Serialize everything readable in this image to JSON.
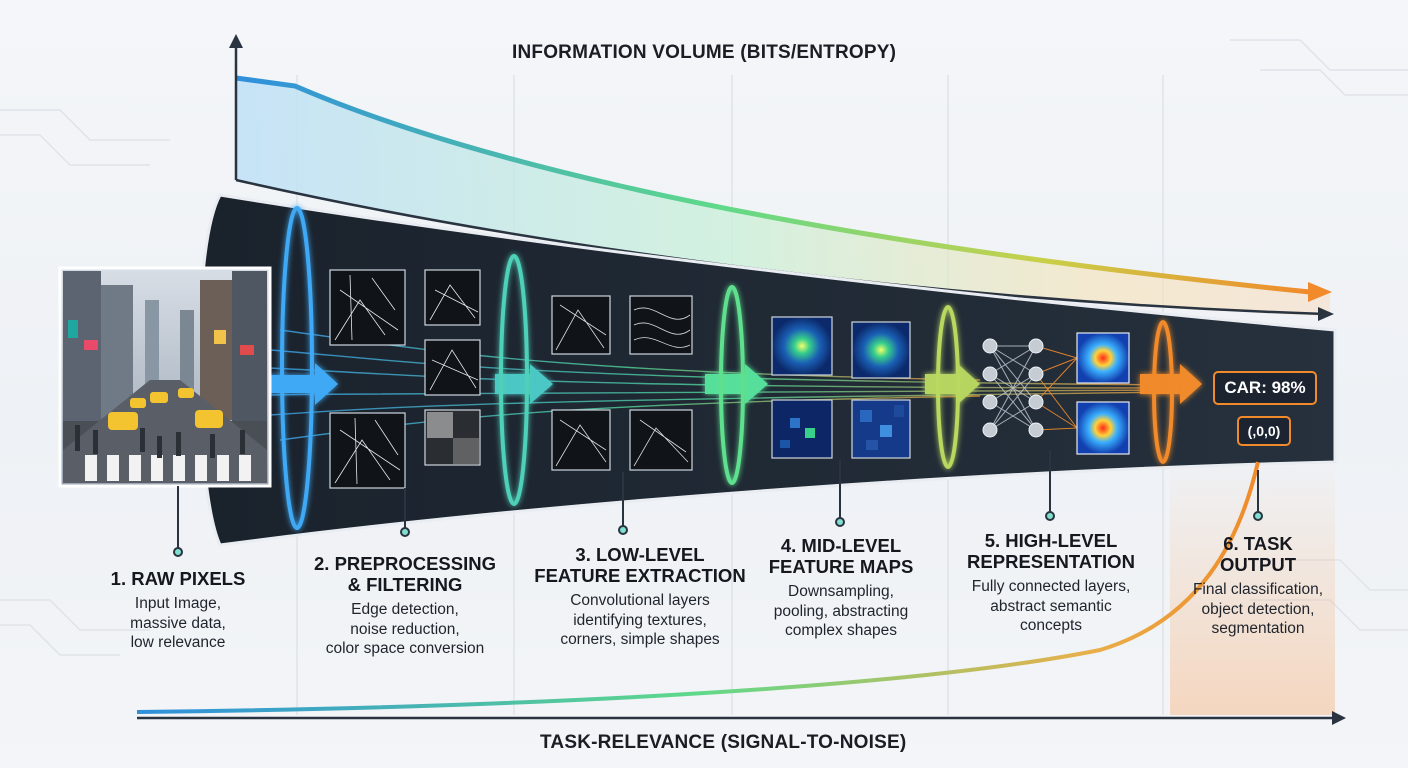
{
  "axes": {
    "top_title": "INFORMATION VOLUME (BITS/ENTROPY)",
    "bottom_title": "TASK-RELEVANCE (SIGNAL-TO-NOISE)"
  },
  "stages": [
    {
      "title": "1. RAW PIXELS",
      "description": "Input Image,\nmassive data,\nlow relevance"
    },
    {
      "title": "2. PREPROCESSING\n& FILTERING",
      "description": "Edge detection,\nnoise reduction,\ncolor space conversion"
    },
    {
      "title": "3. LOW-LEVEL\nFEATURE EXTRACTION",
      "description": "Convolutional layers\nidentifying textures,\ncorners, simple shapes"
    },
    {
      "title": "4. MID-LEVEL\nFEATURE MAPS",
      "description": "Downsampling,\npooling, abstracting\ncomplex shapes"
    },
    {
      "title": "5. HIGH-LEVEL\nREPRESENTATION",
      "description": "Fully connected layers,\nabstract semantic\nconcepts"
    },
    {
      "title": "6. TASK\nOUTPUT",
      "description": "Final classification,\nobject detection,\nsegmentation"
    }
  ],
  "output": {
    "classification": "CAR: 98%",
    "coordinates": "(,0,0)"
  },
  "colors": {
    "funnel": "#1f2833",
    "blue": "#2f8fdc",
    "green": "#5fd98a",
    "orange": "#f08a2a",
    "axis": "#2a3340"
  }
}
